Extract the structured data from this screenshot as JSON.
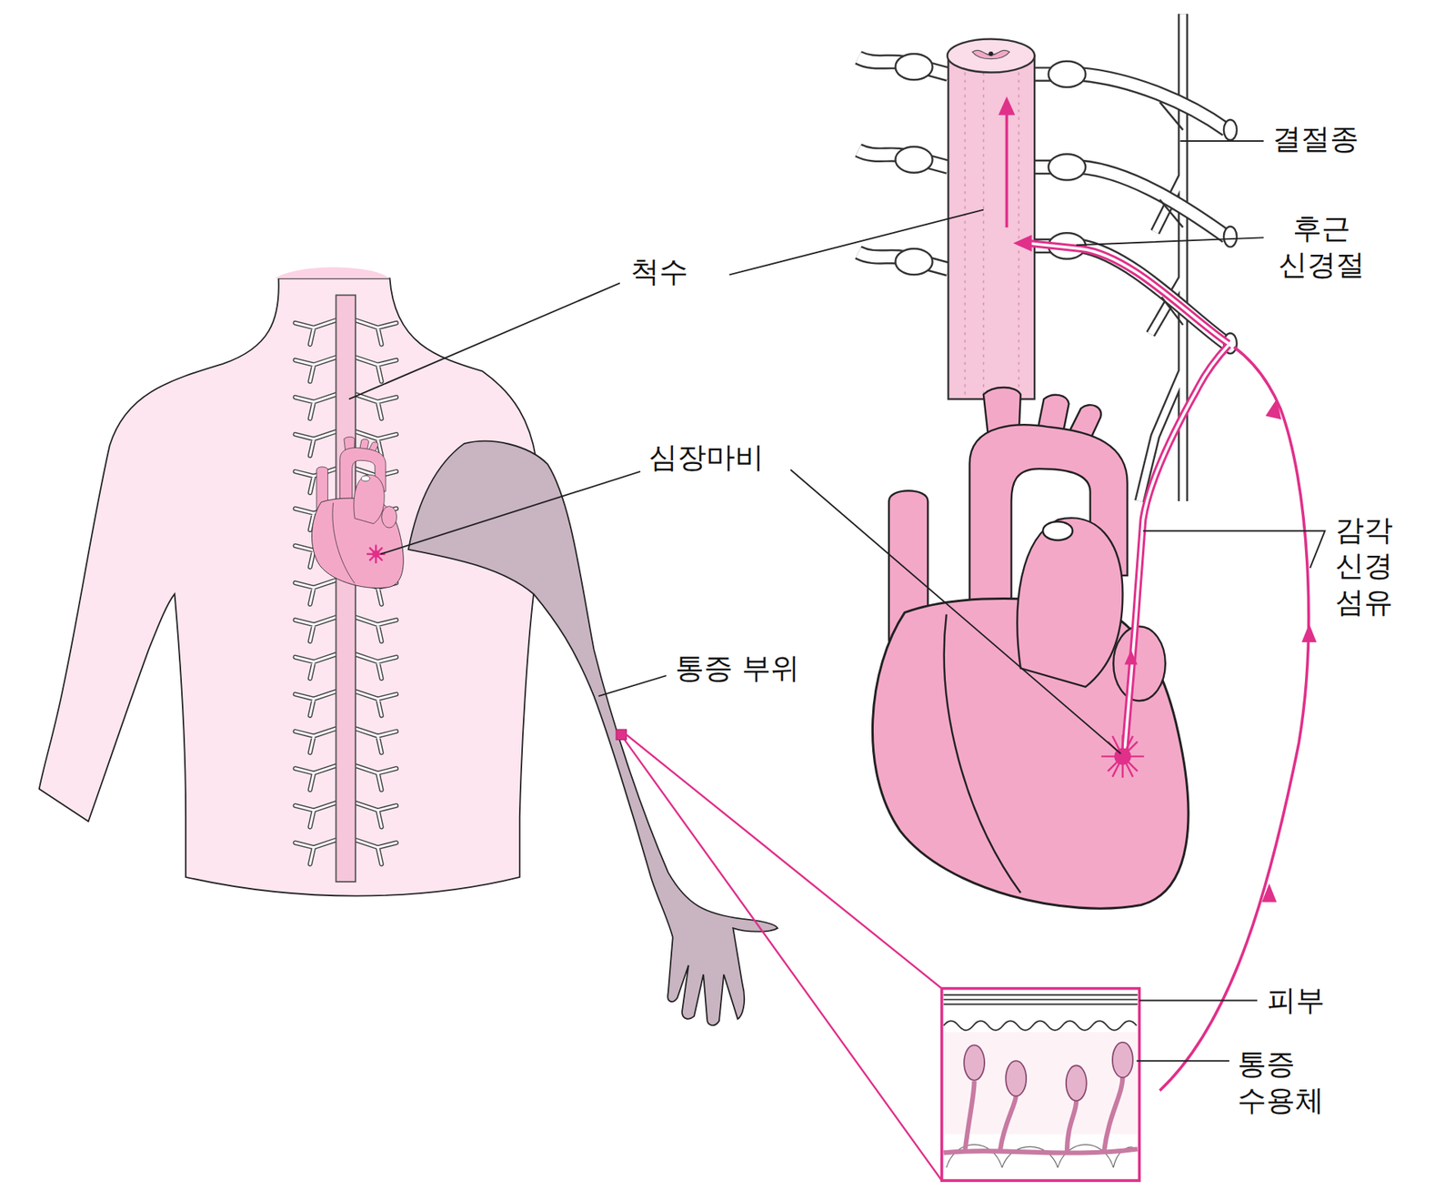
{
  "diagram": {
    "labels": [
      "척수",
      "심장마비",
      "통증 부위",
      "결절종",
      "후근 신경절",
      "감각 신경 섬유",
      "피부",
      "통증 수용체"
    ]
  }
}
